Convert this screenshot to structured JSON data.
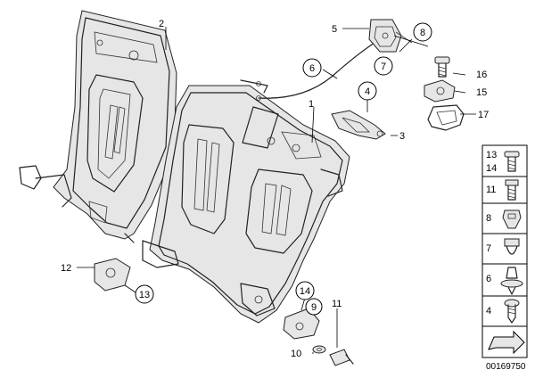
{
  "diagram": {
    "callouts": [
      {
        "id": "c2",
        "label": "2"
      },
      {
        "id": "c5",
        "label": "5"
      },
      {
        "id": "c6",
        "label": "6"
      },
      {
        "id": "c7",
        "label": "7"
      },
      {
        "id": "c8",
        "label": "8"
      },
      {
        "id": "c16",
        "label": "16"
      },
      {
        "id": "c15",
        "label": "15"
      },
      {
        "id": "c17",
        "label": "17"
      },
      {
        "id": "c4",
        "label": "4"
      },
      {
        "id": "c3",
        "label": "3"
      },
      {
        "id": "c1",
        "label": "1"
      },
      {
        "id": "c12",
        "label": "12"
      },
      {
        "id": "c13",
        "label": "13"
      },
      {
        "id": "c14",
        "label": "14"
      },
      {
        "id": "c9",
        "label": "9"
      },
      {
        "id": "c10",
        "label": "10"
      },
      {
        "id": "c11",
        "label": "11"
      }
    ],
    "legend": [
      {
        "labels": [
          "13",
          "14"
        ]
      },
      {
        "labels": [
          "11"
        ]
      },
      {
        "labels": [
          "8"
        ]
      },
      {
        "labels": [
          "7"
        ]
      },
      {
        "labels": [
          "6"
        ]
      },
      {
        "labels": [
          "4"
        ]
      }
    ],
    "doc_id": "00169750"
  }
}
